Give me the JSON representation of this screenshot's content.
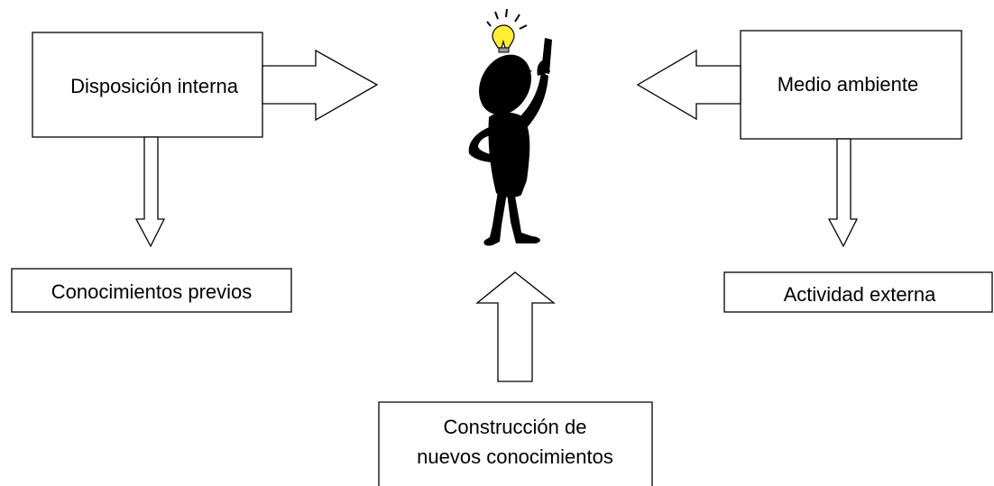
{
  "diagram": {
    "boxes": {
      "internal_disposition": "Disposición interna",
      "environment": "Medio ambiente",
      "prior_knowledge": "Conocimientos previos",
      "external_activity": "Actividad  externa",
      "construction_line1": "Construcción de",
      "construction_line2": "nuevos conocimientos"
    },
    "colors": {
      "stroke": "#000000",
      "figure": "#000000",
      "bulb": "#FFEE33"
    },
    "icons": [
      "thinking-person-icon",
      "lightbulb-icon"
    ]
  }
}
